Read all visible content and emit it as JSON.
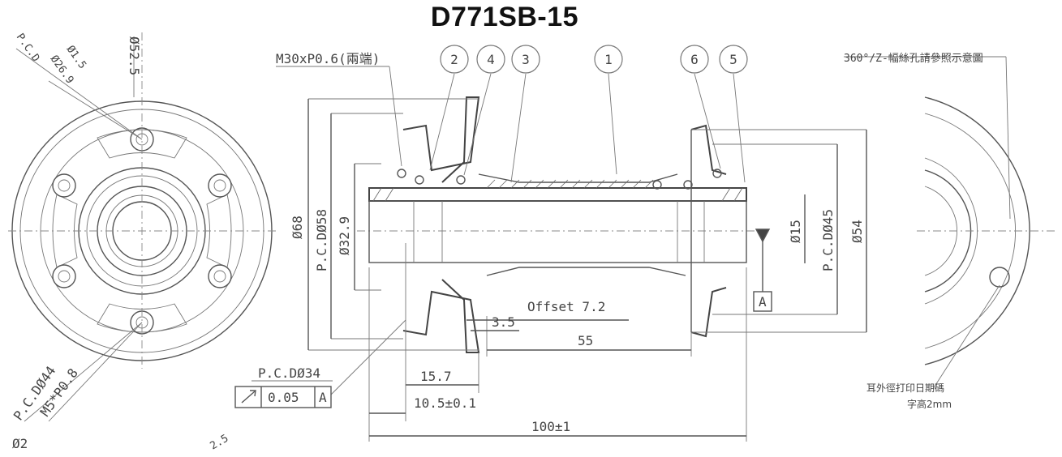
{
  "title": "D771SB-15",
  "balloons": [
    "2",
    "4",
    "3",
    "1",
    "6",
    "5"
  ],
  "dimensions": {
    "thread": "M30xP0.6(兩端)",
    "note_360": "360°/Z-幅絲孔請參照示意圖",
    "left_pcd_top": "P.C.D",
    "left_d525": "Ø52.5",
    "left_d26": "Ø26.9",
    "left_d15": "Ø1.5",
    "pcd44": "P.C.DØ44",
    "m5": "M5*P0.8",
    "d68": "Ø68",
    "pcd58": "P.C.DØ58",
    "d329": "Ø32.9",
    "d15": "Ø15",
    "pcd45": "P.C.DØ45",
    "d54": "Ø54",
    "datum": "A",
    "offset": "Offset 7.2",
    "dim_35": "3.5",
    "dim_55": "55",
    "pcd34": "P.C.DØ34",
    "dim_157": "15.7",
    "dim_105": "10.5±0.1",
    "dim_100": "100±1",
    "tol_value": "0.05",
    "tol_datum": "A",
    "marking_note_1": "耳外徑打印日期碼",
    "marking_note_2": "字高2mm",
    "bottom_left_1": "Ø2",
    "bottom_left_2": "2.5"
  }
}
